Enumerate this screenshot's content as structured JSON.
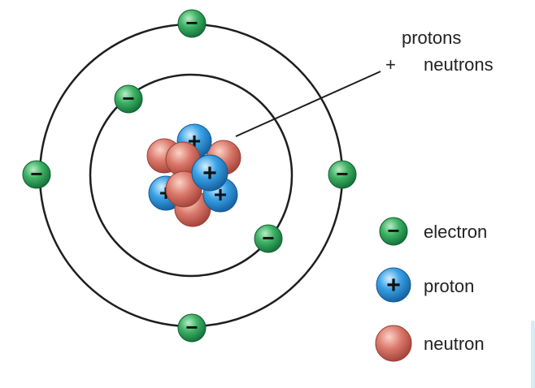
{
  "annotation": {
    "line1": "protons",
    "plus": "+",
    "line2": "neutrons"
  },
  "legend": [
    {
      "label": "electron",
      "symbol": "−"
    },
    {
      "label": "proton",
      "symbol": "+"
    },
    {
      "label": "neutron",
      "symbol": ""
    }
  ],
  "electron_sign": "−",
  "proton_sign": "+",
  "colors": {
    "electron": "#2e9e55",
    "proton": "#2a8fd6",
    "neutron": "#d06a5c",
    "orbit": "#1e1e1e"
  }
}
